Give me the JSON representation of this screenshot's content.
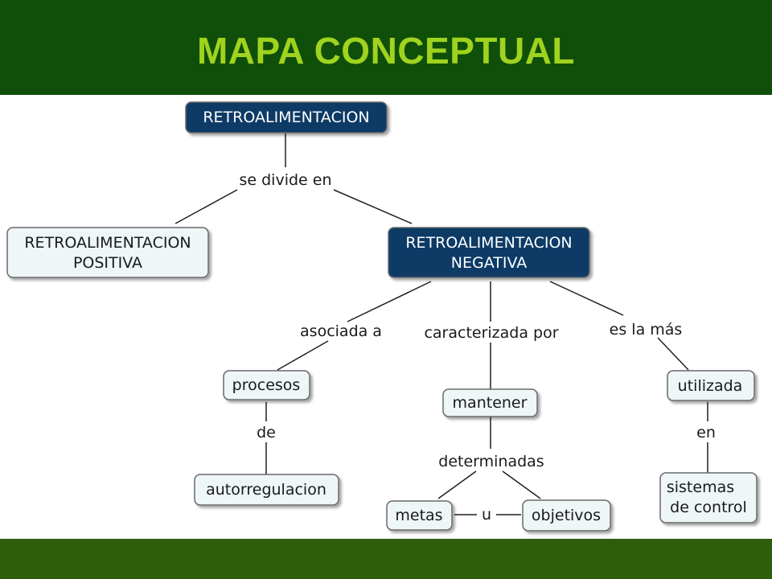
{
  "slide": {
    "title": "MAPA CONCEPTUAL"
  },
  "concept_map": {
    "nodes": {
      "retroalimentacion": "RETROALIMENTACION",
      "positiva_line1": "RETROALIMENTACION",
      "positiva_line2": "POSITIVA",
      "negativa_line1": "RETROALIMENTACION",
      "negativa_line2": "NEGATIVA",
      "procesos": "procesos",
      "autorregulacion": "autorregulacion",
      "mantener": "mantener",
      "metas": "metas",
      "objetivos": "objetivos",
      "utilizada": "utilizada",
      "sistemas_line1": "sistemas",
      "sistemas_line2": "de control"
    },
    "links": {
      "se_divide_en": "se divide en",
      "asociada_a": "asociada a",
      "caracterizada_por": "caracterizada por",
      "es_la_mas": "es la más",
      "de": "de",
      "determinadas": "determinadas",
      "u": "u",
      "en": "en"
    },
    "colors": {
      "header_bg": "#0f4f0a",
      "title_color": "#9fd31e",
      "footer_bg": "#2e5d0c",
      "dark_node_fill": "#0d3a66",
      "light_node_fill": "#eef6f8",
      "node_border": "#6b6b6b"
    }
  }
}
